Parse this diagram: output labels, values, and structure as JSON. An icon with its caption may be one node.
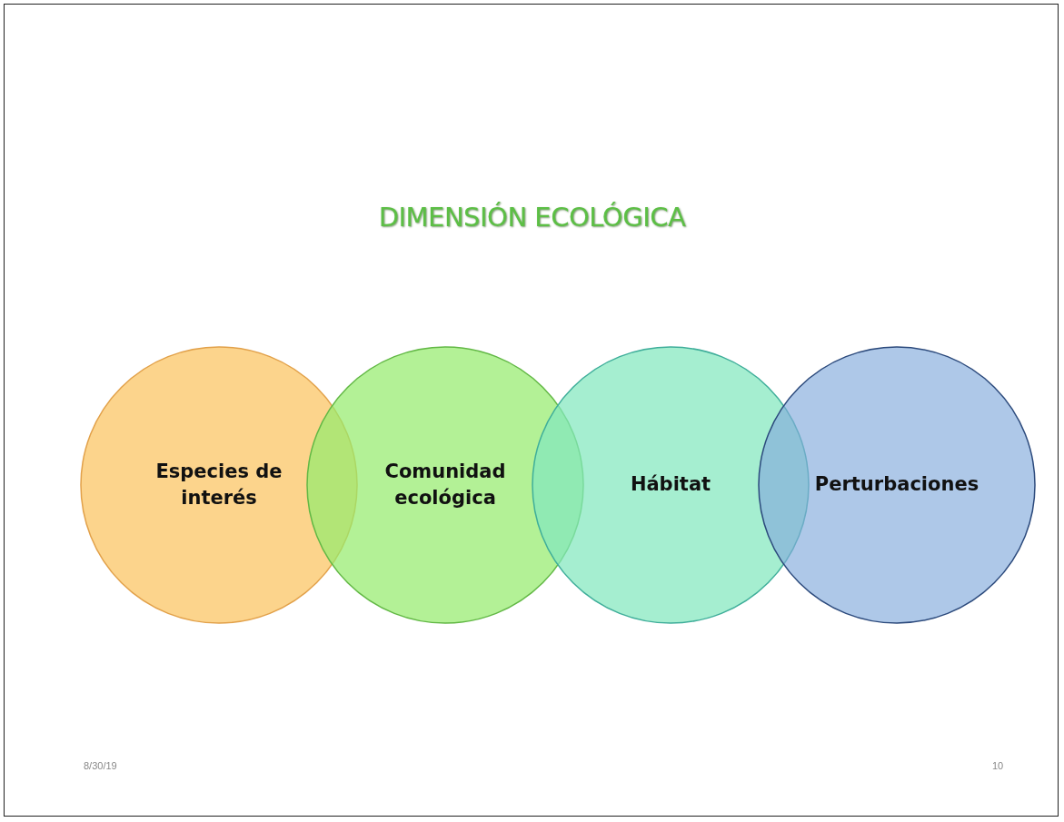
{
  "diagram": {
    "title": "DIMENSIÓN ECOLÓGICA",
    "nodes": [
      {
        "text": [
          "Especies de interés"
        ]
      },
      {
        "text": [
          "Comunidad ecológica"
        ]
      },
      {
        "text": [
          "Hábitat"
        ]
      },
      {
        "text": [
          "Perturbaciones"
        ]
      }
    ],
    "labels": [
      "8/30/19",
      "10"
    ]
  }
}
